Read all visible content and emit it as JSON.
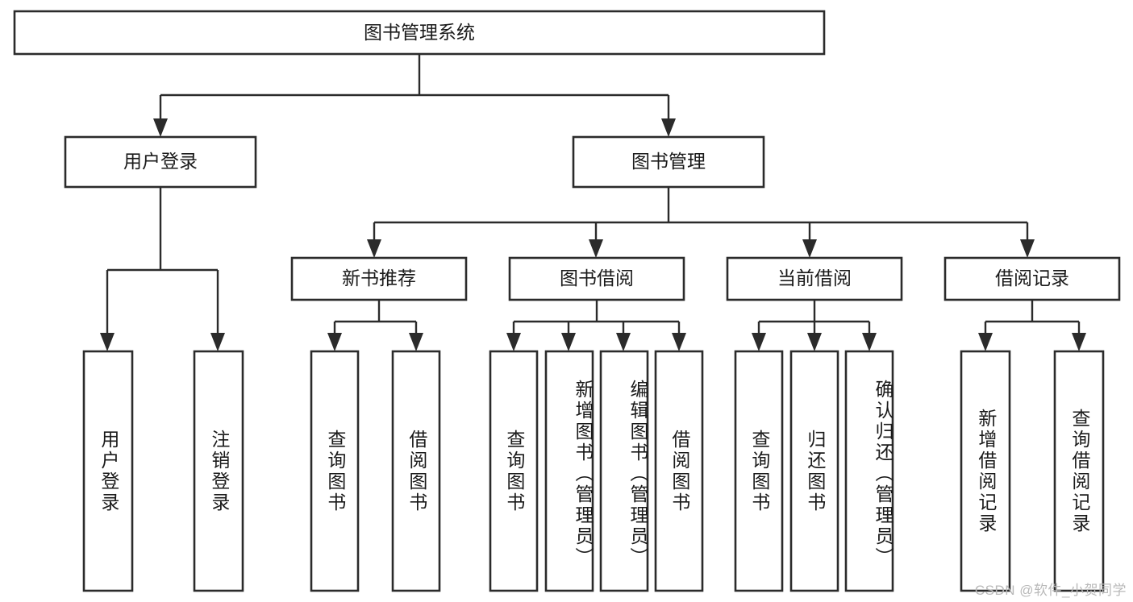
{
  "diagram": {
    "type": "tree",
    "title": "图书管理系统",
    "watermark": "CSDN @软件_小贺同学",
    "root": {
      "id": "root",
      "label": "图书管理系统"
    },
    "level2": [
      {
        "id": "user-login",
        "label": "用户登录"
      },
      {
        "id": "book-manage",
        "label": "图书管理"
      }
    ],
    "level3": [
      {
        "id": "new-book-recommend",
        "label": "新书推荐",
        "parent": "book-manage"
      },
      {
        "id": "book-borrow",
        "label": "图书借阅",
        "parent": "book-manage"
      },
      {
        "id": "current-borrow",
        "label": "当前借阅",
        "parent": "book-manage"
      },
      {
        "id": "borrow-record",
        "label": "借阅记录",
        "parent": "book-manage"
      }
    ],
    "leaves": [
      {
        "id": "leaf-user-login",
        "label": "用户登录",
        "parent": "user-login"
      },
      {
        "id": "leaf-logout-login",
        "label": "注销登录",
        "parent": "user-login"
      },
      {
        "id": "leaf-query-book-1",
        "label": "查询图书",
        "parent": "new-book-recommend"
      },
      {
        "id": "leaf-borrow-book-1",
        "label": "借阅图书",
        "parent": "new-book-recommend"
      },
      {
        "id": "leaf-query-book-2",
        "label": "查询图书",
        "parent": "book-borrow"
      },
      {
        "id": "leaf-add-book",
        "label": "新增图书（管理员）",
        "parent": "book-borrow"
      },
      {
        "id": "leaf-edit-book",
        "label": "编辑图书（管理员）",
        "parent": "book-borrow"
      },
      {
        "id": "leaf-borrow-book-2",
        "label": "借阅图书",
        "parent": "book-borrow"
      },
      {
        "id": "leaf-query-book-3",
        "label": "查询图书",
        "parent": "current-borrow"
      },
      {
        "id": "leaf-return-book",
        "label": "归还图书",
        "parent": "current-borrow"
      },
      {
        "id": "leaf-confirm-return",
        "label": "确认归还（管理员）",
        "parent": "current-borrow"
      },
      {
        "id": "leaf-add-record",
        "label": "新增借阅记录",
        "parent": "borrow-record"
      },
      {
        "id": "leaf-query-record",
        "label": "查询借阅记录",
        "parent": "borrow-record"
      }
    ],
    "colors": {
      "stroke": "#2b2b2b",
      "fill": "#ffffff",
      "text": "#1a1a1a",
      "watermark": "#b9b9b9"
    }
  }
}
